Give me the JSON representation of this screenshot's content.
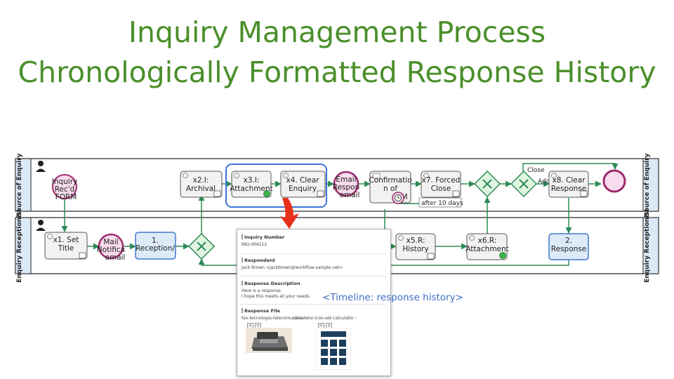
{
  "title_line1": "Inquiry Management Process",
  "title_line2": "Chronologically Formatted Response History",
  "lanes": {
    "top": "Source of Enquiry",
    "bottom": "Enquiry Receptionist"
  },
  "top_lane": {
    "inquiry_event": [
      "Inquiry",
      "Rec'd",
      "FORM"
    ],
    "x2": [
      "x2.I:",
      "Archival"
    ],
    "x3": [
      "x3.I:",
      "Attachment"
    ],
    "x4": [
      "x4. Clear",
      "Enquiry"
    ],
    "email_event": [
      "Email",
      "Respon",
      "email"
    ],
    "confirm": [
      "Confirmatio",
      "n of",
      "M"
    ],
    "x7": [
      "x7. Forced",
      "Close"
    ],
    "after_label": "after 10 days",
    "close_label": "Close",
    "add_label": "Add/Edit",
    "x8": [
      "x8. Clear",
      "Response"
    ]
  },
  "bottom_lane": {
    "x1": [
      "x1. Set",
      "Title"
    ],
    "mail_event": [
      "Mail",
      "Notifica",
      "email"
    ],
    "reception": [
      "1.",
      "Reception/"
    ],
    "x5": [
      "x5.R:",
      "History"
    ],
    "x6": [
      "x6.R:",
      "Attachment"
    ],
    "response": [
      "2.",
      "Response"
    ]
  },
  "popup": {
    "inquiry_number_label": "Inquiry Number",
    "inquiry_number": "INQ-004112",
    "respondent_label": "Respondent",
    "respondent": "Jack Brown <jackbrown@workflow-sample.net>",
    "description_label": "Response Description",
    "description_line1": "Here is a response.",
    "description_line2": "I hope this meets all your needs.",
    "file_label": "Response File",
    "file1": "fax-tecnologia-telecomunicac···",
    "file2": "calculator-icon-set-calculatio···"
  },
  "timeline_note": "<Timeline: response history>",
  "colors": {
    "title": "#4a8f2a",
    "lane_bg": "#dbe9f7",
    "lane_border": "#222222",
    "task_fill": "#f2f2f2",
    "task_blue_fill": "#ddeaf8",
    "task_blue_border": "#3f78c7",
    "flow_green": "#2e8b57",
    "gateway_fill": "#dff5e1",
    "event_fill": "#f7dced",
    "event_border": "#9c2a6c",
    "highlight": "#3d74d6",
    "pointer": "#e8311a",
    "note_text": "#3d6ec9"
  }
}
